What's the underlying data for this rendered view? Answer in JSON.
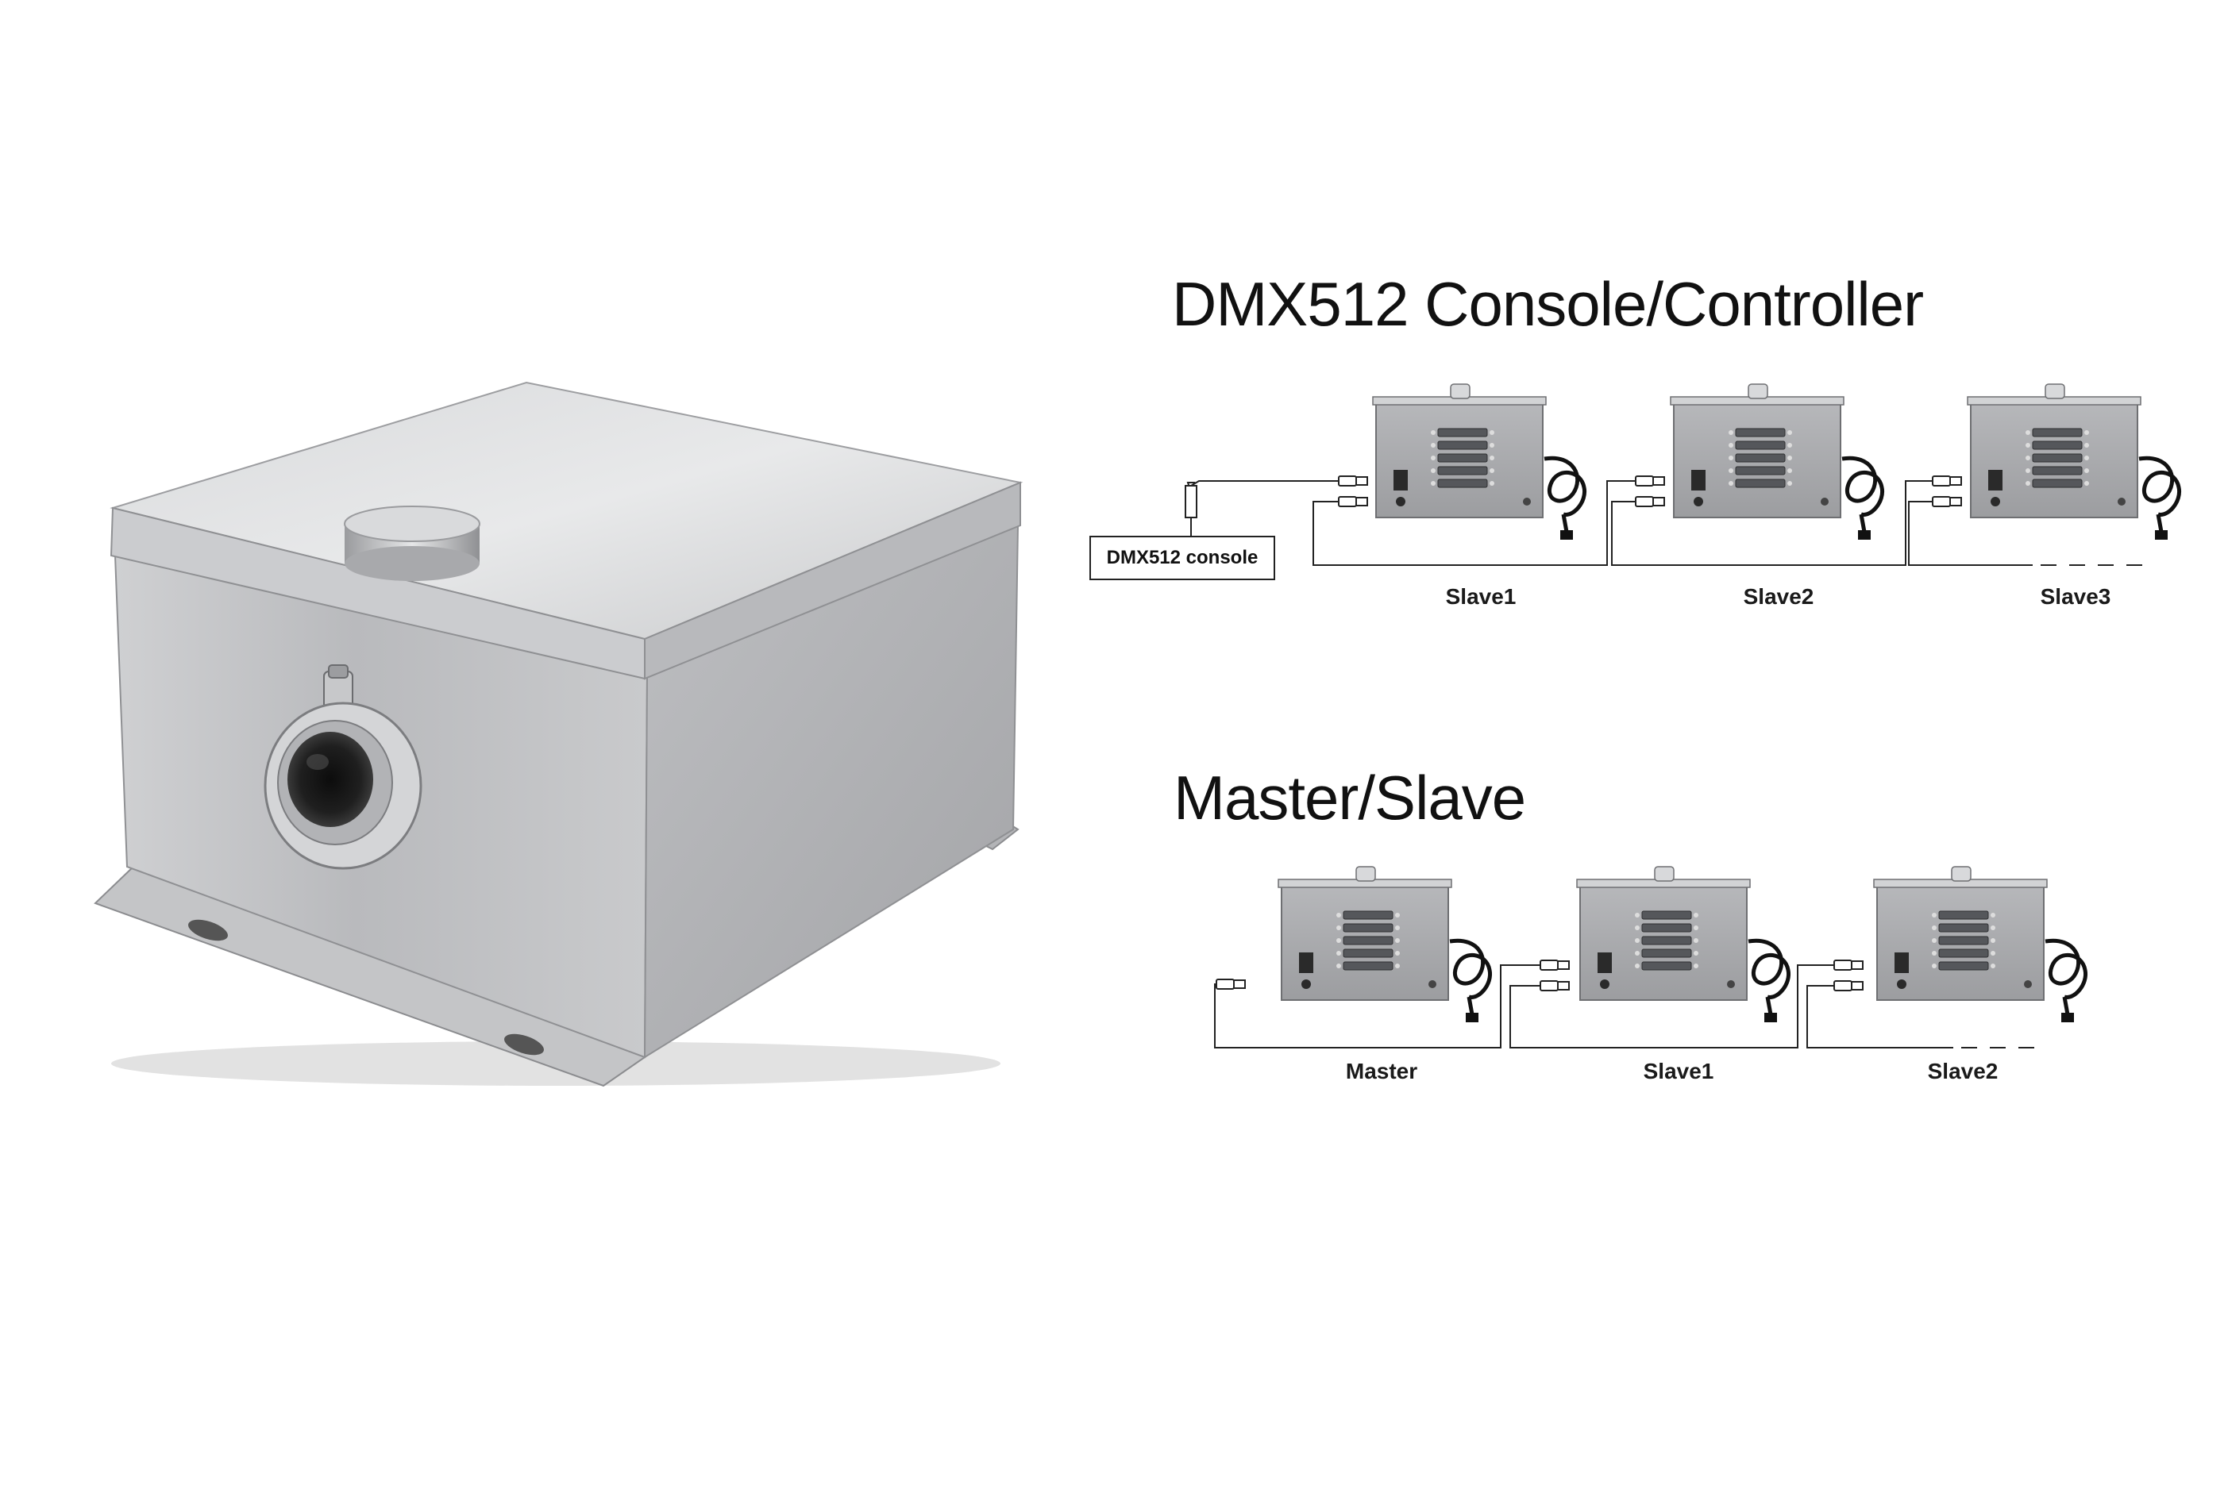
{
  "diagram_dmx": {
    "title": "DMX512 Console/Controller",
    "console_label": "DMX512 console",
    "units": [
      "Slave1",
      "Slave2",
      "Slave3"
    ]
  },
  "diagram_ms": {
    "title": "Master/Slave",
    "units": [
      "Master",
      "Slave1",
      "Slave2"
    ]
  },
  "colors": {
    "steel_light": "#e9e9ea",
    "steel_mid": "#c2c3c5",
    "steel_dark": "#8e8f92",
    "wire": "#222222"
  },
  "icons": [
    "stainless-box",
    "fiber-port",
    "xlr-connector",
    "power-cable"
  ]
}
